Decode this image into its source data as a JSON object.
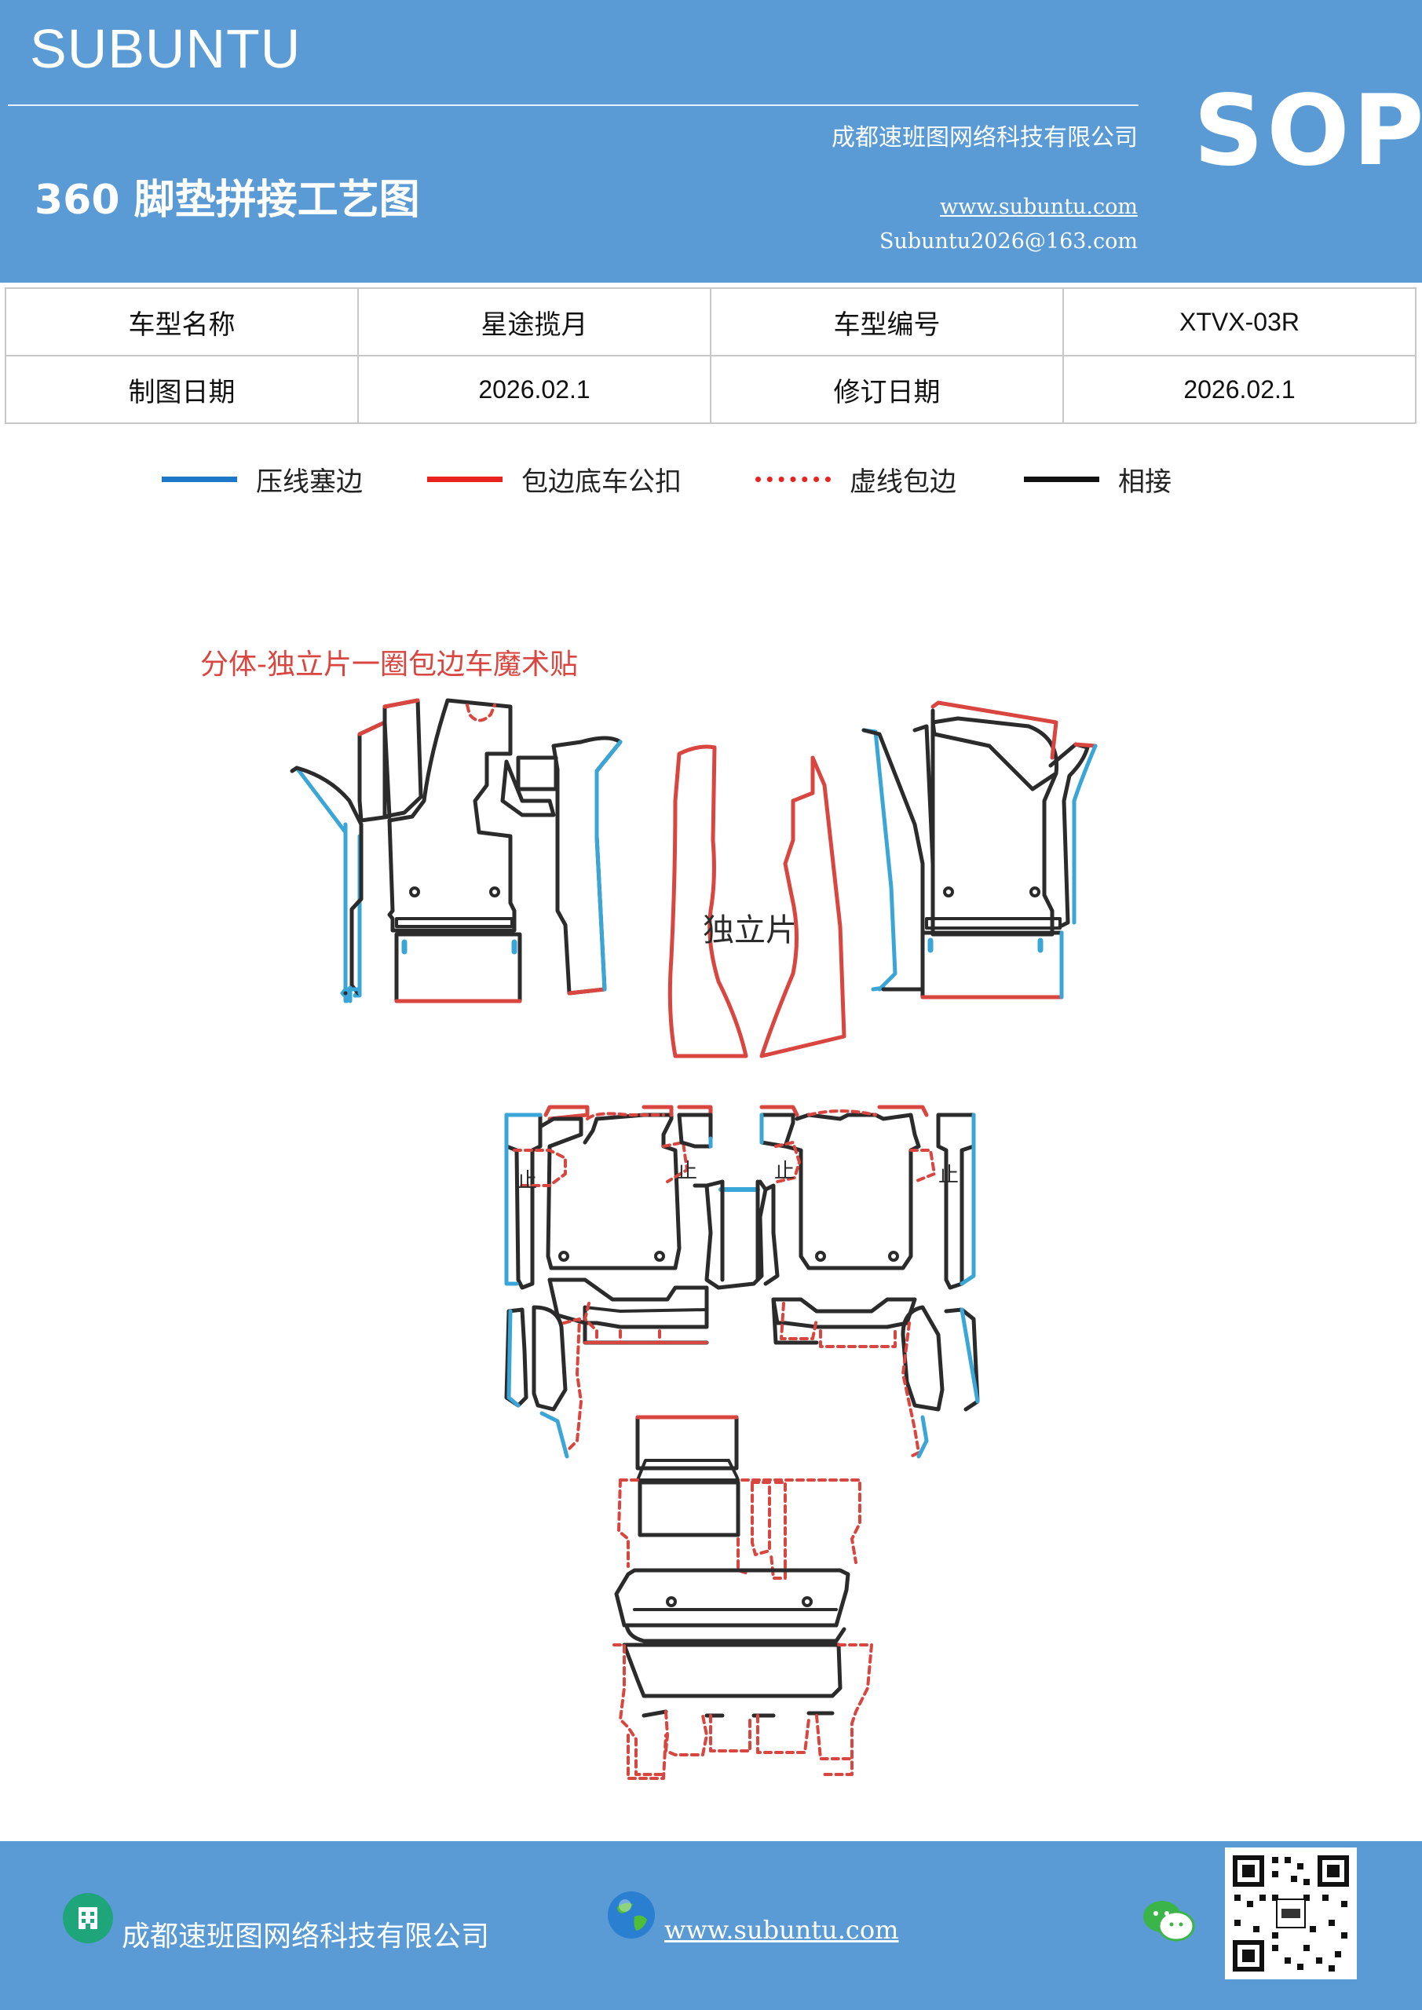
{
  "header": {
    "brand": "SUBUNTU",
    "company": "成都速班图网络科技有限公司",
    "title": "360 脚垫拼接工艺图",
    "website": "www.subuntu.com",
    "email": "Subuntu2026@163.com",
    "badge": "SOP",
    "bg_color": "#5b9bd5"
  },
  "info": {
    "row1": [
      "车型名称",
      "星途揽月",
      "车型编号",
      "XTVX-03R"
    ],
    "row2": [
      "制图日期",
      "2026.02.1",
      "修订日期",
      "2026.02.1"
    ]
  },
  "legend": [
    {
      "label": "压线塞边",
      "color": "#1f77c8",
      "style": "solid"
    },
    {
      "label": "包边底车公扣",
      "color": "#e8231f",
      "style": "solid"
    },
    {
      "label": "虚线包边",
      "color": "#e8231f",
      "style": "dashed"
    },
    {
      "label": "相接",
      "color": "#111111",
      "style": "solid"
    }
  ],
  "diagram": {
    "note": "分体-独立片一圈包边车魔术贴",
    "center_label": "独立片",
    "mark": "止",
    "colors": {
      "black": "#2b2b2b",
      "red": "#d9453f",
      "blue": "#3aa6d8"
    }
  },
  "footer": {
    "company": "成都速班图网络科技有限公司",
    "website": "www.subuntu.com",
    "company_icon": "building-icon",
    "web_icon": "globe-icon",
    "chat_icon": "wechat-icon"
  }
}
